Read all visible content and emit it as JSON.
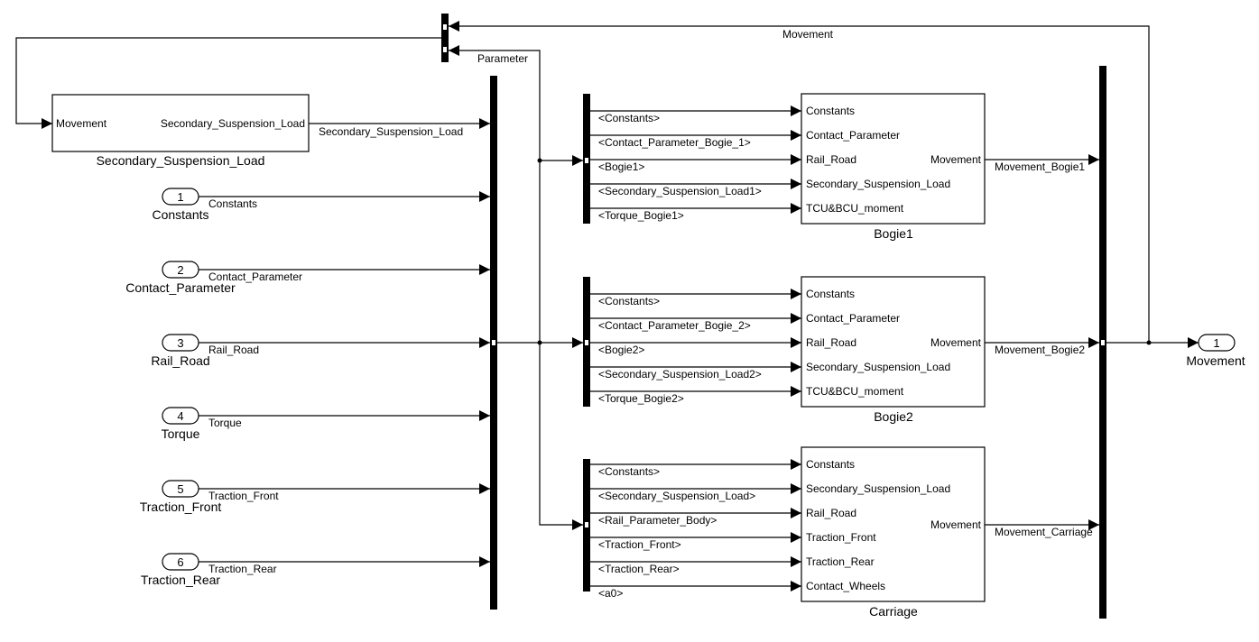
{
  "colors": {
    "line": "#000000",
    "background": "#ffffff"
  },
  "inports": [
    {
      "number": "1",
      "name": "Constants",
      "signal": "Constants"
    },
    {
      "number": "2",
      "name": "Contact_Parameter",
      "signal": "Contact_Parameter"
    },
    {
      "number": "3",
      "name": "Rail_Road",
      "signal": "Rail_Road"
    },
    {
      "number": "4",
      "name": "Torque",
      "signal": "Torque"
    },
    {
      "number": "5",
      "name": "Traction_Front",
      "signal": "Traction_Front"
    },
    {
      "number": "6",
      "name": "Traction_Rear",
      "signal": "Traction_Rear"
    }
  ],
  "outport": {
    "number": "1",
    "name": "Movement"
  },
  "ssl_block": {
    "name": "Secondary_Suspension_Load",
    "input": "Movement",
    "output": "Secondary_Suspension_Load",
    "out_signal": "Secondary_Suspension_Load"
  },
  "top_signals": {
    "movement_feedback": "Movement",
    "parameter": "Parameter"
  },
  "subsystems": [
    {
      "name": "Bogie1",
      "inputs": [
        "Constants",
        "Contact_Parameter",
        "Rail_Road",
        "Secondary_Suspension_Load",
        "TCU&BCU_moment"
      ],
      "bus_signals": [
        "<Constants>",
        "<Contact_Parameter_Bogie_1>",
        "<Bogie1>",
        "<Secondary_Suspension_Load1>",
        "<Torque_Bogie1>"
      ],
      "output": "Movement",
      "out_signal": "Movement_Bogie1"
    },
    {
      "name": "Bogie2",
      "inputs": [
        "Constants",
        "Contact_Parameter",
        "Rail_Road",
        "Secondary_Suspension_Load",
        "TCU&BCU_moment"
      ],
      "bus_signals": [
        "<Constants>",
        "<Contact_Parameter_Bogie_2>",
        "<Bogie2>",
        "<Secondary_Suspension_Load2>",
        "<Torque_Bogie2>"
      ],
      "output": "Movement",
      "out_signal": "Movement_Bogie2"
    },
    {
      "name": "Carriage",
      "inputs": [
        "Constants",
        "Secondary_Suspension_Load",
        "Rail_Road",
        "Traction_Front",
        "Traction_Rear",
        "Contact_Wheels"
      ],
      "bus_signals": [
        "<Constants>",
        "<Secondary_Suspension_Load>",
        "<Rail_Parameter_Body>",
        "<Traction_Front>",
        "<Traction_Rear>",
        "<a0>"
      ],
      "output": "Movement",
      "out_signal": "Movement_Carriage"
    }
  ]
}
